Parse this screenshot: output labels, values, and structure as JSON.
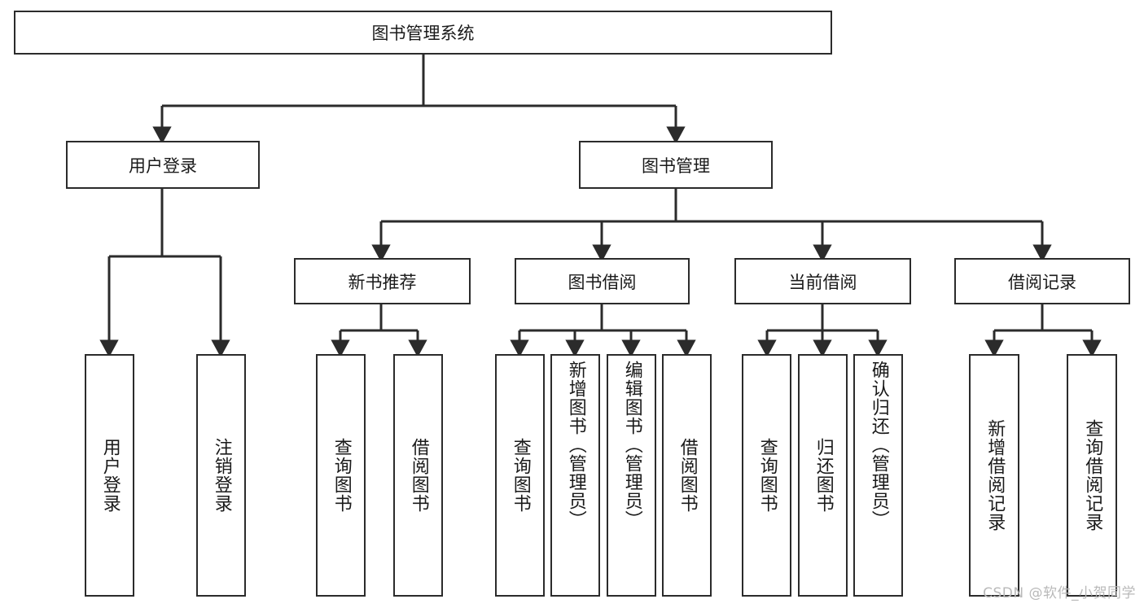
{
  "diagram": {
    "title": "图书管理系统",
    "watermark": "CSDN @软件_小贺同学",
    "colors": {
      "box_border": "#2b2b2b",
      "connector": "#2b2b2b",
      "background": "#ffffff",
      "text": "#1a1a1a",
      "watermark": "#b9b9b9"
    },
    "root": {
      "label": "图书管理系统"
    },
    "level2": [
      {
        "label": "用户登录"
      },
      {
        "label": "图书管理"
      }
    ],
    "level3": [
      {
        "label": "新书推荐"
      },
      {
        "label": "图书借阅"
      },
      {
        "label": "当前借阅"
      },
      {
        "label": "借阅记录"
      }
    ],
    "leaves": {
      "user_login": [
        {
          "label": "用户登录"
        },
        {
          "label": "注销登录"
        }
      ],
      "new_book_recommend": [
        {
          "label": "查询图书"
        },
        {
          "label": "借阅图书"
        }
      ],
      "book_borrow": [
        {
          "label": "查询图书"
        },
        {
          "label": "新增图书（管理员）"
        },
        {
          "label": "编辑图书（管理员）"
        },
        {
          "label": "借阅图书"
        }
      ],
      "current_borrow": [
        {
          "label": "查询图书"
        },
        {
          "label": "归还图书"
        },
        {
          "label": "确认归还（管理员）"
        }
      ],
      "borrow_record": [
        {
          "label": "新增借阅记录"
        },
        {
          "label": "查询借阅记录"
        }
      ]
    }
  }
}
